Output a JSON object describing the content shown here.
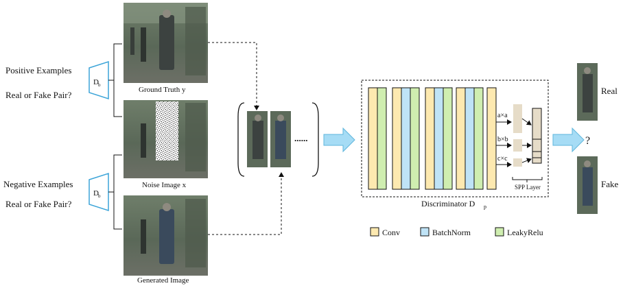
{
  "left": {
    "positive_line1": "Positive Examples",
    "positive_line2": "Real or Fake Pair?",
    "negative_line1": "Negative Examples",
    "negative_line2": "Real or Fake Pair?",
    "db_main": "D",
    "db_sub": "b"
  },
  "images": {
    "ground_truth_caption": "Ground Truth y",
    "noise_caption": "Noise Image x",
    "generated_caption": "Generated Image"
  },
  "discriminator": {
    "title_main": "Discriminator D",
    "title_sub": "p",
    "spp_label": "SPP Layer",
    "bins": [
      "a×a",
      "b×b",
      "c×c"
    ]
  },
  "sequence_dots": "......",
  "output": {
    "question": "?",
    "real_label": "Real",
    "fake_label": "Fake"
  },
  "legend": [
    {
      "label": "Conv",
      "color": "#fde9b0"
    },
    {
      "label": "BatchNorm",
      "color": "#bfe3f6"
    },
    {
      "label": "LeakyRelu",
      "color": "#cfeeb0"
    }
  ],
  "colors": {
    "conv": "#fde9b0",
    "batchnorm": "#bfe3f6",
    "leakyrelu": "#cfeeb0",
    "spp": "#e6dcc8",
    "arrow": "#a6dcf5",
    "arrow_stroke": "#5fb6dc",
    "db_stroke": "#3ba4d8"
  }
}
